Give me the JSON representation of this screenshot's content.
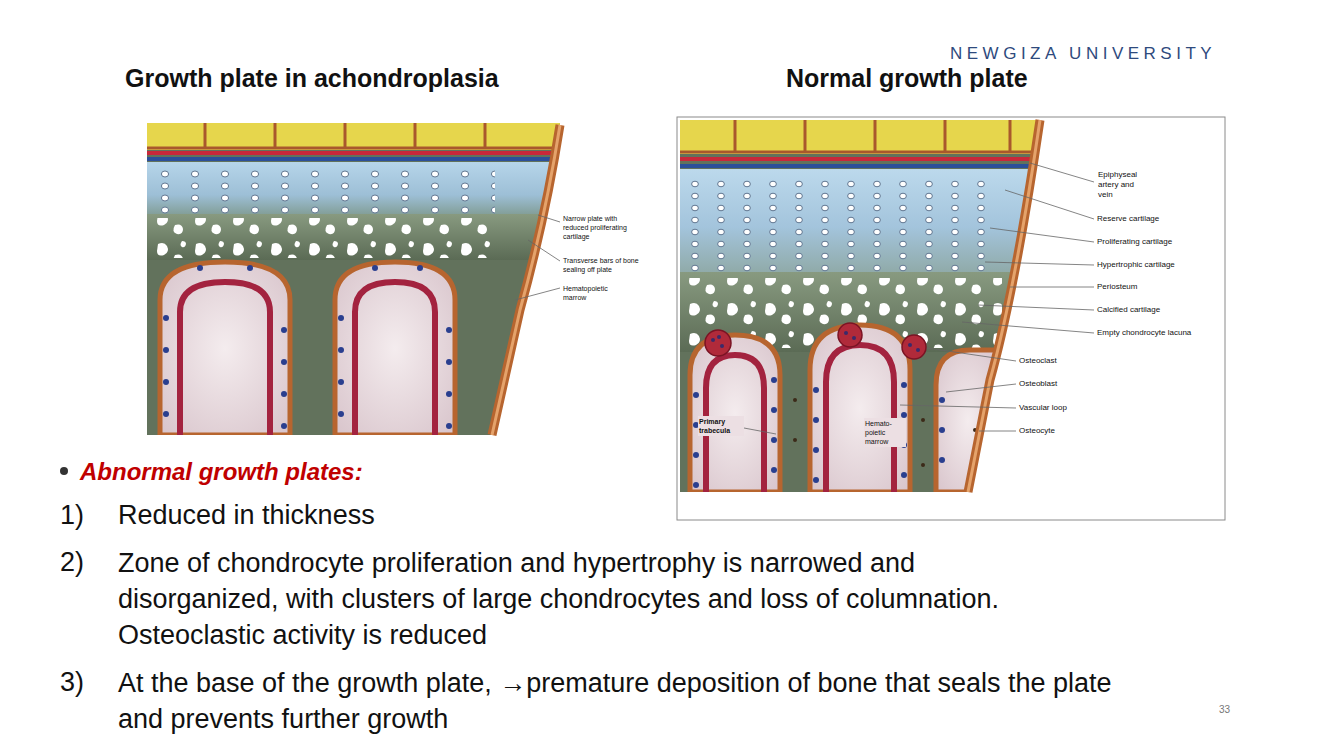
{
  "diagram": {
    "labels": [
      "NEWGIZA UNIVERSITY",
      "Growth plate in achondroplasia",
      "Normal growth plate",
      "Narrow plate with reduced proliferating cartilage",
      "Transverse bars of bone sealing off plate",
      "Hematopoietic marrow",
      "Epiphyseal artery and vein",
      "Reserve cartilage",
      "Proliferating cartilage",
      "Hypertrophic cartilage",
      "Periosteum",
      "Calcified cartilage",
      "Empty chondrocyte lacuna",
      "Osteoclast",
      "Osteoblast",
      "Vascular loop",
      "Osteocyte",
      "Primary trabecula",
      "Hemato- poietic marrow",
      "Abnormal growth plates:",
      "1)",
      "Reduced in thickness",
      "2)",
      "Zone of chondrocyte proliferation and hypertrophy is narrowed and disorganized, with clusters of large chondrocytes and loss of columnation. Osteoclastic activity is reduced",
      "3)",
      "At the base of the growth plate, →premature deposition of bone that seals the plate and prevents further growth",
      "33"
    ]
  }
}
